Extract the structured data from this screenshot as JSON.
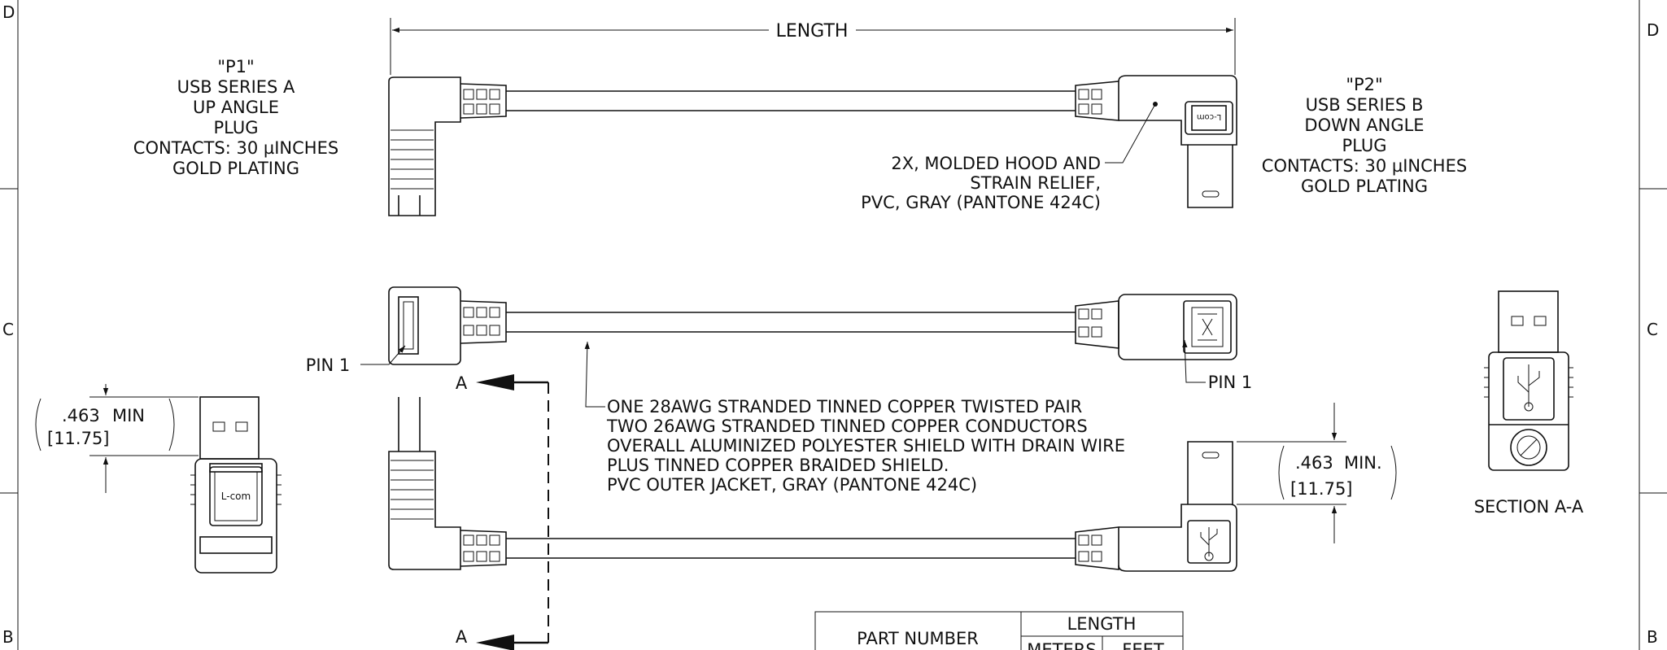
{
  "zones": {
    "top_left": "D",
    "top_right": "D",
    "mid_left": "C",
    "mid_right": "C",
    "bot_left": "B",
    "bot_right": "B"
  },
  "length_label": "LENGTH",
  "p1": {
    "lines": [
      "\"P1\"",
      "USB SERIES A",
      "UP ANGLE",
      "PLUG",
      "CONTACTS: 30 µINCHES",
      "GOLD PLATING"
    ]
  },
  "p2": {
    "lines": [
      "\"P2\"",
      "USB SERIES B",
      "DOWN ANGLE",
      "PLUG",
      "CONTACTS: 30 µINCHES",
      "GOLD PLATING"
    ]
  },
  "hood_note": {
    "lines": [
      "2X, MOLDED HOOD AND",
      "STRAIN RELIEF,",
      "PVC, GRAY (PANTONE 424C)"
    ]
  },
  "cable_note": {
    "lines": [
      "ONE 28AWG STRANDED TINNED COPPER TWISTED PAIR",
      "TWO 26AWG STRANDED TINNED COPPER CONDUCTORS",
      "OVERALL ALUMINIZED POLYESTER SHIELD WITH DRAIN WIRE",
      "PLUS TINNED COPPER BRAIDED SHIELD.",
      "PVC OUTER JACKET,   GRAY (PANTONE 424C)"
    ]
  },
  "pin1_left": "PIN 1",
  "pin1_right": "PIN 1",
  "section_marker": "A",
  "section_label": "SECTION A-A",
  "dim_left": {
    "inch": ".463",
    "qual": "MIN",
    "mm": "[11.75]"
  },
  "dim_right": {
    "inch": ".463",
    "qual": "MIN.",
    "mm": "[11.75]"
  },
  "logo_text": "L-com",
  "table": {
    "part_number_header": "PART NUMBER",
    "length_header": "LENGTH",
    "meters_header": "METERS",
    "feet_header": "FEET"
  }
}
